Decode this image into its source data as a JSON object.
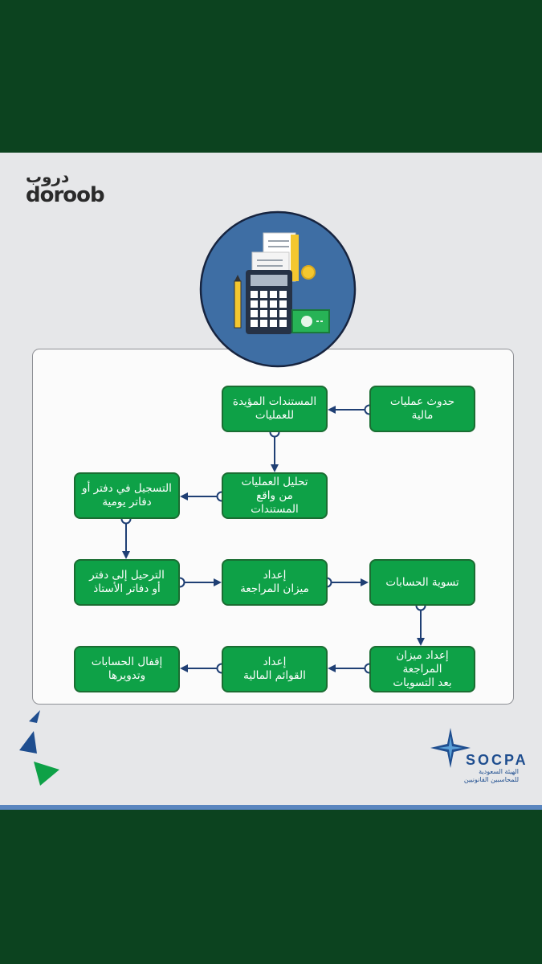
{
  "brand": {
    "arabic": "دروب",
    "latin": "doroob"
  },
  "flow": {
    "boxes": [
      {
        "id": "b1",
        "text": "حدوث عمليات\nمالية"
      },
      {
        "id": "b2",
        "text": "المستندات المؤيدة\nللعمليات"
      },
      {
        "id": "b3",
        "text": "تحليل العمليات\nمن واقع\nالمستندات"
      },
      {
        "id": "b4",
        "text": "التسجيل في دفتر أو\nدفاتر يومية"
      },
      {
        "id": "b5",
        "text": "الترحيل إلى دفتر\nأو دفاتر الأستاذ"
      },
      {
        "id": "b6",
        "text": "إعداد\nميزان المراجعة"
      },
      {
        "id": "b7",
        "text": "تسوية الحسابات"
      },
      {
        "id": "b8",
        "text": "إعداد ميزان المراجعة\nبعد التسويات"
      },
      {
        "id": "b9",
        "text": "إعداد\nالقوائم المالية"
      },
      {
        "id": "b10",
        "text": "إقفال الحسابات\nوتدويرها"
      }
    ]
  },
  "socpa": {
    "name": "SOCPA",
    "subtitle": "الهيئة السعودية\nللمحاسبين القانونيين"
  },
  "colors": {
    "box_fill": "#0ea147",
    "box_border": "#1a6d32",
    "arrow": "#1f3f74",
    "hero_circle": "#3e6ea4",
    "background": "#0c431f",
    "panel": "#e6e7e9"
  },
  "icons": [
    "calculator-icon",
    "receipt-icon",
    "pencil-icon",
    "banknote-icon",
    "coin-icon",
    "arrow-pointer-icon"
  ]
}
